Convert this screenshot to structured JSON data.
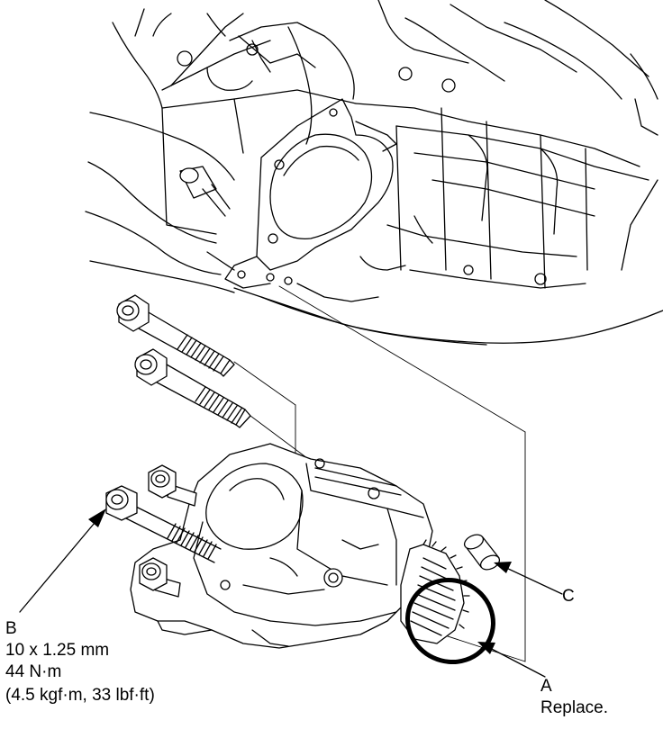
{
  "callouts": {
    "a": {
      "letter": "A",
      "note": "Replace."
    },
    "b": {
      "letter": "B",
      "spec_size": "10 x 1.25 mm",
      "spec_torque": "44 N·m",
      "spec_alt": "(4.5 kgf·m, 33 lbf·ft)"
    },
    "c": {
      "letter": "C"
    }
  },
  "colors": {
    "ink": "#000000",
    "paper": "#ffffff"
  }
}
